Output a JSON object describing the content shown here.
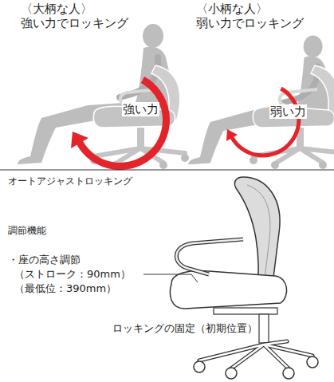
{
  "diagram": {
    "labels": [
      "〈大柄な人〉",
      "強い力でロッキング",
      "〈小柄な人〉",
      "弱い力でロッキング",
      "強い力",
      "弱い力",
      "オートアジャストロッキング",
      "調節機能",
      "・座の高さ調節",
      "（ストローク：90mm）",
      "（最低位：390mm）",
      "ロッキングの固定（初期位置）"
    ]
  }
}
